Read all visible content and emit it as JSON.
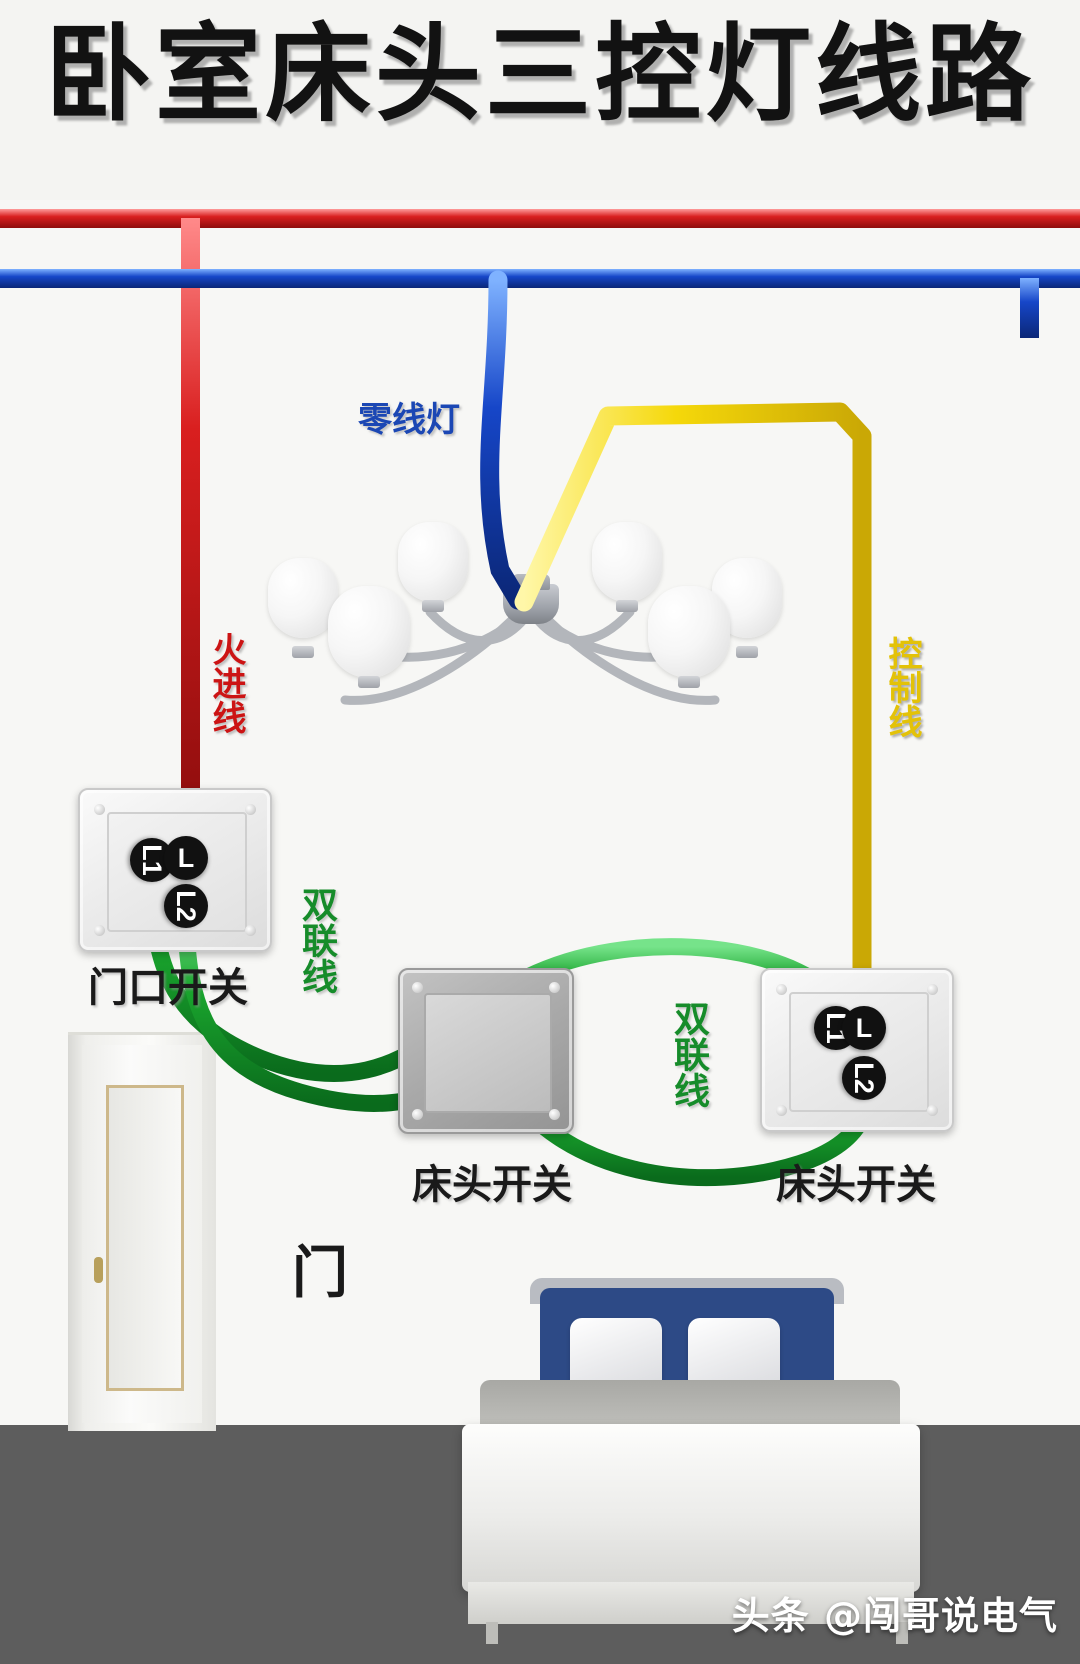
{
  "title": "卧室床头三控灯线路",
  "watermark": "头条 @闯哥说电气",
  "wire_labels": {
    "live_in": "火进线",
    "neutral_lamp": "零线灯",
    "control": "控制线",
    "link_left": "双联线",
    "link_right": "双联线"
  },
  "switches": [
    {
      "id": "door-switch",
      "name": "门口开关",
      "label": "门口开关",
      "terminals": [
        "L1",
        "L",
        "L2"
      ]
    },
    {
      "id": "bedside-switch-mid",
      "name": "床头开关",
      "label": "床头开关",
      "terminals": []
    },
    {
      "id": "bedside-switch-right",
      "name": "床头开关",
      "label": "床头开关",
      "terminals": [
        "L1",
        "L",
        "L2"
      ]
    }
  ],
  "terminal_labels": {
    "l1": "L1",
    "l": "L",
    "l2": "L2"
  },
  "room": {
    "door_label": "门"
  },
  "colors": {
    "live": "#d91f1f",
    "neutral": "#1646c8",
    "control": "#f5d80a",
    "link": "#1aa62e",
    "wall": "#f7f7f5",
    "floor": "#5d5d5d",
    "terminal": "#111111"
  }
}
